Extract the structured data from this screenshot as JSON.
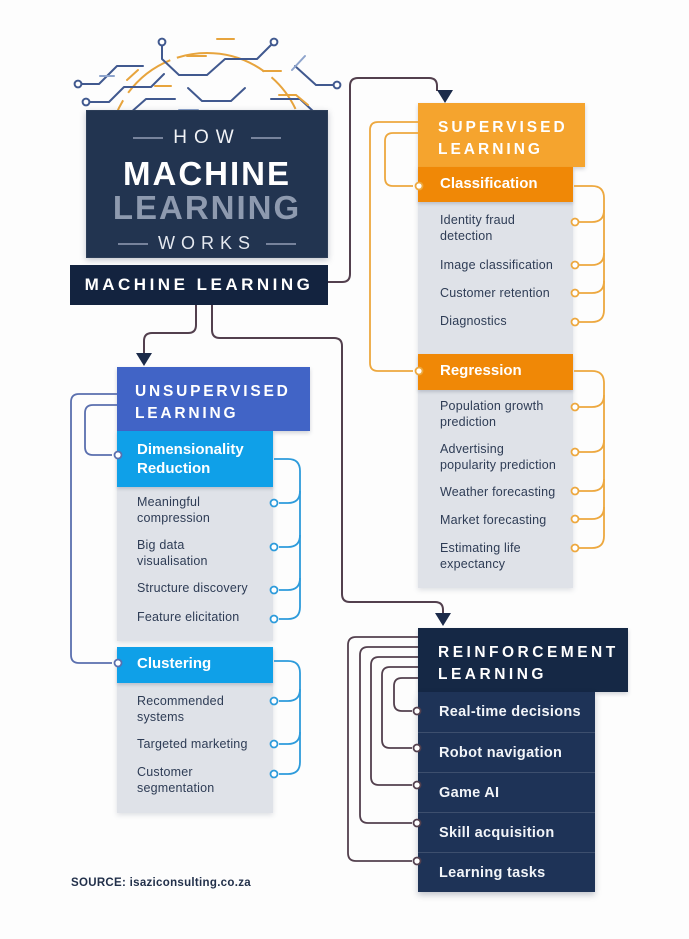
{
  "title_card": {
    "top": "HOW",
    "line1": "MACHINE",
    "line2": "LEARNING",
    "bottom": "WORKS"
  },
  "root": {
    "label": "MACHINE LEARNING"
  },
  "source": {
    "label": "SOURCE: isaziconsulting.co.za"
  },
  "branches": {
    "supervised": {
      "title": "SUPERVISED LEARNING",
      "sections": [
        {
          "label": "Classification",
          "items": [
            "Identity fraud detection",
            "Image classification",
            "Customer retention",
            "Diagnostics"
          ]
        },
        {
          "label": "Regression",
          "items": [
            "Population growth prediction",
            "Advertising popularity prediction",
            "Weather forecasting",
            "Market forecasting",
            "Estimating life expectancy"
          ]
        }
      ]
    },
    "unsupervised": {
      "title": "UNSUPERVISED LEARNING",
      "sections": [
        {
          "label": "Dimensionality Reduction",
          "items": [
            "Meaningful compression",
            "Big data visualisation",
            "Structure discovery",
            "Feature elicitation"
          ]
        },
        {
          "label": "Clustering",
          "items": [
            "Recommended systems",
            "Targeted marketing",
            "Customer segmentation"
          ]
        }
      ]
    },
    "reinforcement": {
      "title": "REINFORCEMENT LEARNING",
      "items": [
        "Real-time decisions",
        "Robot navigation",
        "Game AI",
        "Skill acquisition",
        "Learning tasks"
      ]
    }
  },
  "palette": {
    "header_orange": "#f5a42e",
    "band_orange": "#f08806",
    "header_royal_blue": "#4164c6",
    "band_bright_blue": "#0fa0e8",
    "navy_header": "#152845",
    "navy_rows": "#1e3357",
    "root_navy": "#13233f",
    "title_navy": "#223450",
    "list_gray": "#dfe2e8",
    "list_text": "#2e3c55",
    "flow_line": "#53404e",
    "arrow_navy": "#1c2b4a",
    "orange_link": "#eda83f",
    "blue_link": "#2d9bdb",
    "blue_link_muted": "#5a6fae"
  }
}
